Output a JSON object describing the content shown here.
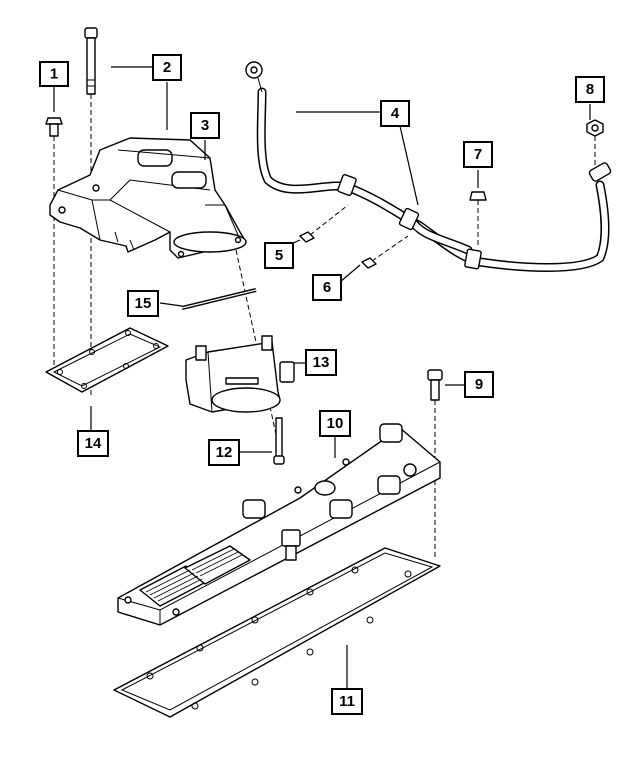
{
  "diagram": {
    "callouts": [
      {
        "id": "callout-1",
        "label": "1"
      },
      {
        "id": "callout-2",
        "label": "2"
      },
      {
        "id": "callout-3",
        "label": "3"
      },
      {
        "id": "callout-4",
        "label": "4"
      },
      {
        "id": "callout-5",
        "label": "5"
      },
      {
        "id": "callout-6",
        "label": "6"
      },
      {
        "id": "callout-7",
        "label": "7"
      },
      {
        "id": "callout-8",
        "label": "8"
      },
      {
        "id": "callout-9",
        "label": "9"
      },
      {
        "id": "callout-10",
        "label": "10"
      },
      {
        "id": "callout-11",
        "label": "11"
      },
      {
        "id": "callout-12",
        "label": "12"
      },
      {
        "id": "callout-13",
        "label": "13"
      },
      {
        "id": "callout-14",
        "label": "14"
      },
      {
        "id": "callout-15",
        "label": "15"
      }
    ]
  }
}
